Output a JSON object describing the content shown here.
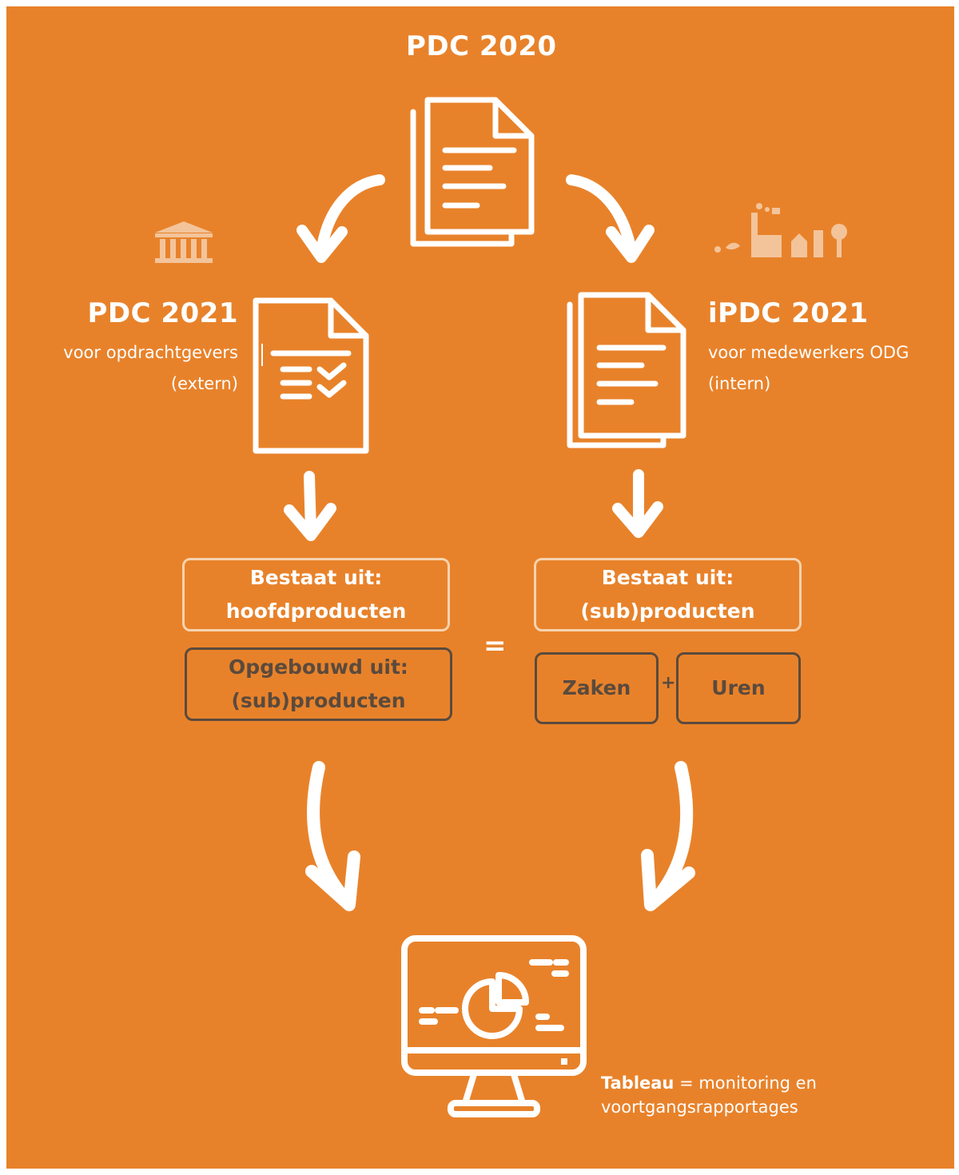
{
  "top": {
    "title": "PDC 2020"
  },
  "left": {
    "title": "PDC 2021",
    "subtitle_line1": "voor opdrachtgevers",
    "subtitle_line2": "(extern)",
    "box_main": {
      "line1": "Bestaat uit:",
      "line2": "hoofdproducten"
    },
    "box_built": {
      "line1": "Opgebouwd uit:",
      "line2": "(sub)producten"
    }
  },
  "right": {
    "title": "iPDC 2021",
    "subtitle_line1": "voor medewerkers ODG",
    "subtitle_line2": "(intern)",
    "box_main": {
      "line1": "Bestaat uit:",
      "line2": "(sub)producten"
    },
    "box_cases": "Zaken",
    "plus": "+",
    "box_hours": "Uren"
  },
  "equals": "=",
  "bottom": {
    "caption_bold": "Tableau",
    "caption_rest": " = monitoring en",
    "caption_line2": "voortgangsrapportages"
  },
  "colors": {
    "background": "#E8822A",
    "foreground": "#FFFFFF",
    "light_border": "#F6D3AF",
    "dark_border": "#5A4A3D",
    "faded_icon": "#F3C49A"
  },
  "icons": [
    "document-stack-icon",
    "checklist-document-icon",
    "government-building-icon",
    "factory-city-icon",
    "dashboard-monitor-icon"
  ]
}
